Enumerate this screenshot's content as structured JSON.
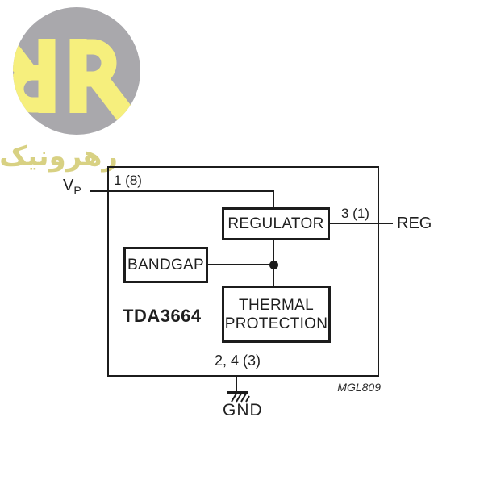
{
  "watermark": {
    "brand_text": "رهرونیک",
    "colors": {
      "circle_gray": "#a9a8ac",
      "letter_yellow": "#f6ef7d",
      "text_yellow": "#d8d183"
    }
  },
  "diagram": {
    "part_number": "TDA3664",
    "figure_code": "MGL809",
    "blocks": {
      "regulator": "REGULATOR",
      "bandgap": "BANDGAP",
      "thermal_line1": "THERMAL",
      "thermal_line2": "PROTECTION"
    },
    "pins": {
      "vp": {
        "letter": "V",
        "subscript": "P",
        "number": "1 (8)"
      },
      "reg": {
        "label": "REG",
        "number": "3 (1)"
      },
      "gnd": {
        "label": "GND",
        "number": "2, 4 (3)"
      }
    },
    "line_color": "#1c1c1c"
  }
}
